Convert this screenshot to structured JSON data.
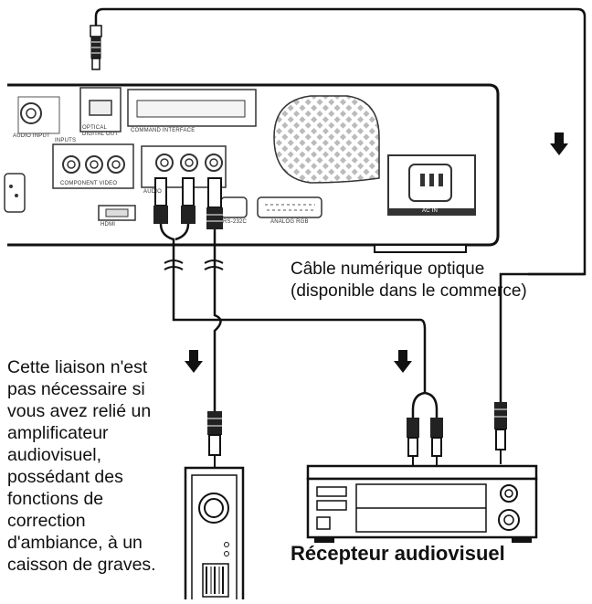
{
  "diagram": {
    "note_text": "Cette liaison n'est pas nécessaire si vous avez relié un amplificateur audiovisuel, possédant des fonctions de correction d'ambiance, à un caisson de graves.",
    "cable_label": "Câble numérique optique (disponible dans le commerce)",
    "receiver_label": "Récepteur audiovisuel",
    "panel_labels": {
      "digital_out": "DIGITAL OUT",
      "optical": "OPTICAL",
      "command_interface": "COMMAND INTERFACE",
      "inputs": "INPUTS",
      "component_video": "COMPONENT VIDEO",
      "ac_in": "AC IN",
      "audio_input": "AUDIO INPUT",
      "rs232c": "RS-232C",
      "hdmi": "HDMI",
      "audio": "AUDIO",
      "rgb": "ANALOG RGB"
    }
  }
}
